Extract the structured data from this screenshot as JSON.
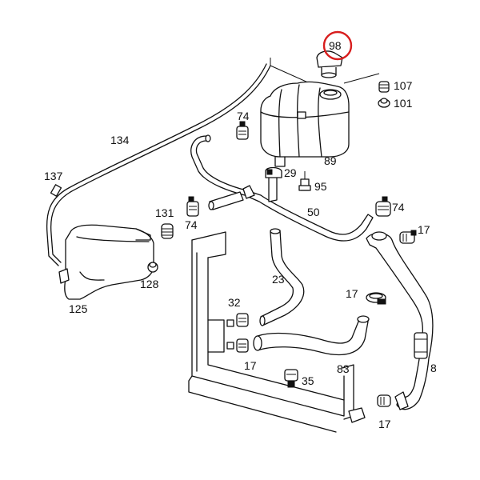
{
  "diagram": {
    "highlight_color": "#d81e1e",
    "line_color": "#111111",
    "highlighted_part": "98",
    "labels": {
      "p98": "98",
      "p107": "107",
      "p101": "101",
      "p74a": "74",
      "p134": "134",
      "p89": "89",
      "p29": "29",
      "p95": "95",
      "p137": "137",
      "p131": "131",
      "p74b": "74",
      "p50": "50",
      "p74c": "74",
      "p17a": "17",
      "p128": "128",
      "p23": "23",
      "p125": "125",
      "p32": "32",
      "p17b": "17",
      "p17c": "17",
      "p35": "35",
      "p83": "83",
      "p8": "8",
      "p17d": "17"
    }
  }
}
